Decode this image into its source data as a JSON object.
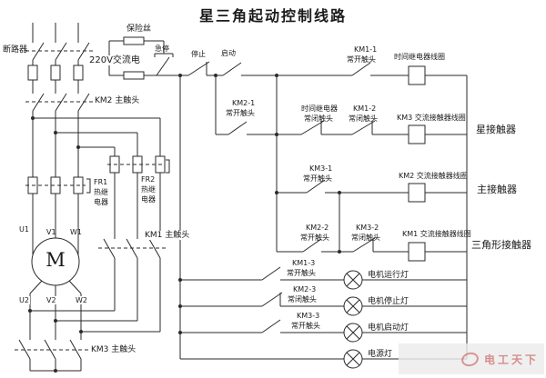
{
  "title": "星三角起动控制线路",
  "power": {
    "breaker": "断路器",
    "km2_main": "KM2 主触头",
    "fr1": {
      "l1": "FR1",
      "l2": "热继",
      "l3": "电器"
    },
    "fr2": {
      "l1": "FR2",
      "l2": "热继",
      "l3": "电器"
    },
    "km1_main": "KM1 主触头",
    "km3_main": "KM3 主触头",
    "motor": "M",
    "u1": "U1",
    "v1": "V1",
    "w1": "W1",
    "u2": "U2",
    "v2": "V2",
    "w2": "W2"
  },
  "control": {
    "fuse": "保险丝",
    "supply": "220V交流电",
    "estop": "急停",
    "stop": "停止",
    "start": "启动",
    "r1c1a": "KM1-1",
    "r1c1b": "常开触头",
    "r1coil": "时间继电器线圈",
    "r2c1a": "KM2-1",
    "r2c1b": "常开触头",
    "r2c2a": "时间继电器",
    "r2c2b": "常闭触头",
    "r2c3a": "KM1-2",
    "r2c3b": "常闭触头",
    "r2coil": "KM3 交流接触器线圈",
    "r3c1a": "KM3-1",
    "r3c1b": "常开触头",
    "r3coil": "KM2 交流接触器线圈",
    "r4c1a": "KM2-2",
    "r4c1b": "常开触头",
    "r4c2a": "KM3-2",
    "r4c2b": "常闭触头",
    "r4coil": "KM1 交流接触器线圈"
  },
  "lamps": {
    "l1a": "KM1-3",
    "l1b": "常开触头",
    "l1name": "电机运行灯",
    "l2a": "KM2-3",
    "l2b": "常闭触头",
    "l2name": "电机停止灯",
    "l3a": "KM3-3",
    "l3b": "常开触头",
    "l3name": "电机启动灯",
    "l4name": "电源灯"
  },
  "contactor_roles": {
    "star": "星接触器",
    "main": "主接触器",
    "delta": "三角形接触器"
  },
  "watermark": "电工天下",
  "colors": {
    "wire": "#2a2a2a",
    "text": "#1a1a1a",
    "watermark_red": "#c23b3b"
  }
}
